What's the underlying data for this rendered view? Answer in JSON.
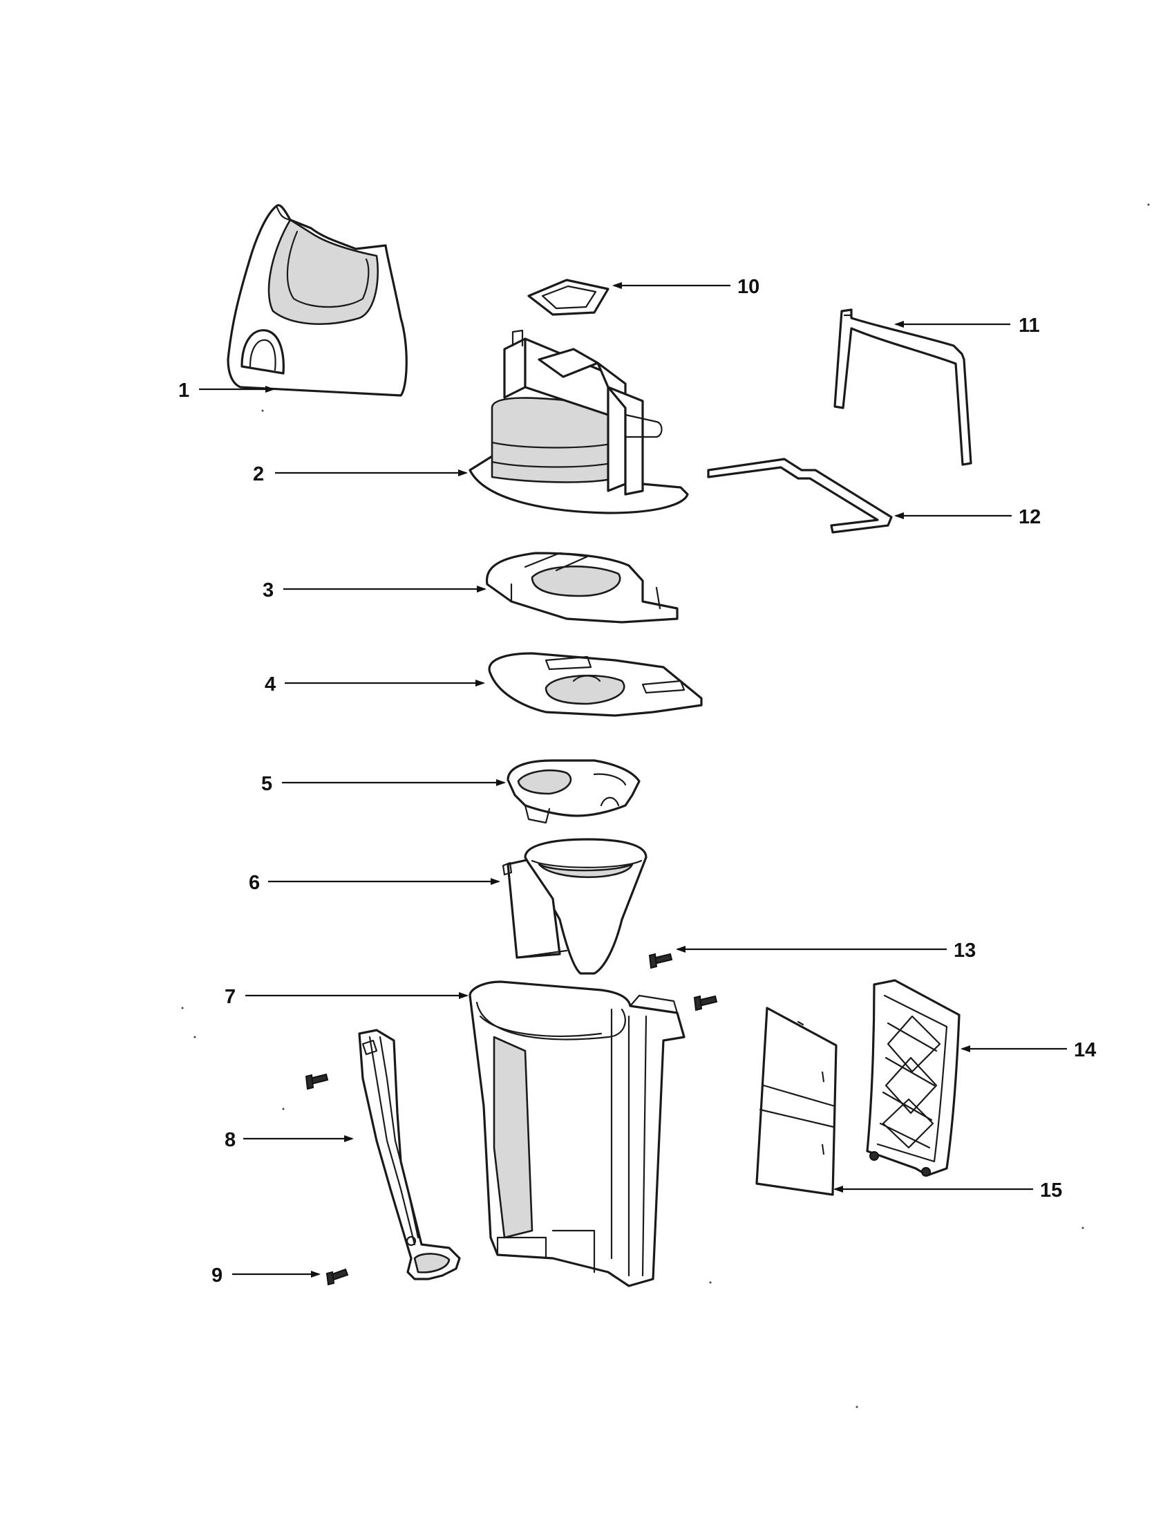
{
  "callouts": [
    {
      "id": "1",
      "label": "1"
    },
    {
      "id": "2",
      "label": "2"
    },
    {
      "id": "3",
      "label": "3"
    },
    {
      "id": "4",
      "label": "4"
    },
    {
      "id": "5",
      "label": "5"
    },
    {
      "id": "6",
      "label": "6"
    },
    {
      "id": "7",
      "label": "7"
    },
    {
      "id": "8",
      "label": "8"
    },
    {
      "id": "9",
      "label": "9"
    },
    {
      "id": "10",
      "label": "10"
    },
    {
      "id": "11",
      "label": "11"
    },
    {
      "id": "12",
      "label": "12"
    },
    {
      "id": "13",
      "label": "13"
    },
    {
      "id": "14",
      "label": "14"
    },
    {
      "id": "15",
      "label": "15"
    }
  ],
  "colors": {
    "background": "#ffffff",
    "line": "#1a1a1a",
    "shade": "#d8d8d8"
  }
}
